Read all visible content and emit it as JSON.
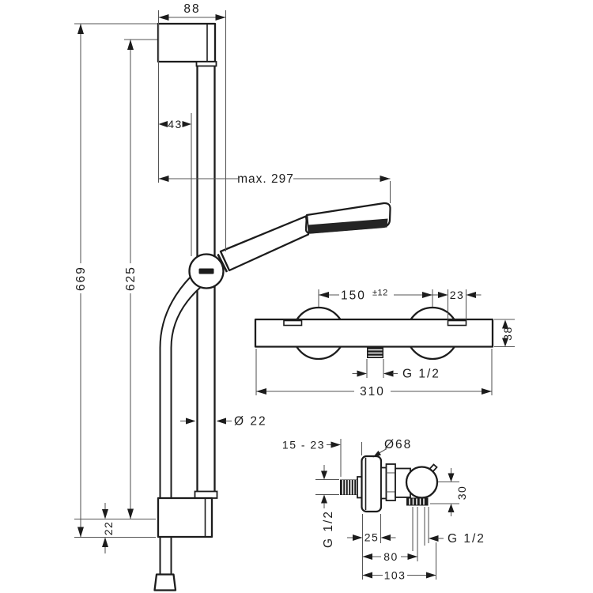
{
  "colors": {
    "line": "#1c1c1c",
    "background": "#ffffff"
  },
  "shower_unit": {
    "bracket_depth": "88",
    "wall_to_hose_offset": "43",
    "max_reach": "max. 297",
    "overall_height": "669",
    "rail_height": "625",
    "bottom_offset": "22",
    "rail_diameter": "Ø 22"
  },
  "mixer_front_view": {
    "connection_center_distance": "150",
    "connection_tolerance": "±12",
    "union_projection": "23",
    "body_height": "38",
    "outlet_thread": "G 1/2",
    "overall_width": "310"
  },
  "mixer_side_view": {
    "wall_distance_range": "15 - 23",
    "escutcheon_diameter": "Ø68",
    "inlet_thread": "G 1/2",
    "escutcheon_depth": "25",
    "outlet_vertical_offset": "30",
    "outlet_thread": "G 1/2",
    "wall_to_outlet_depth": "80",
    "overall_depth": "103"
  }
}
